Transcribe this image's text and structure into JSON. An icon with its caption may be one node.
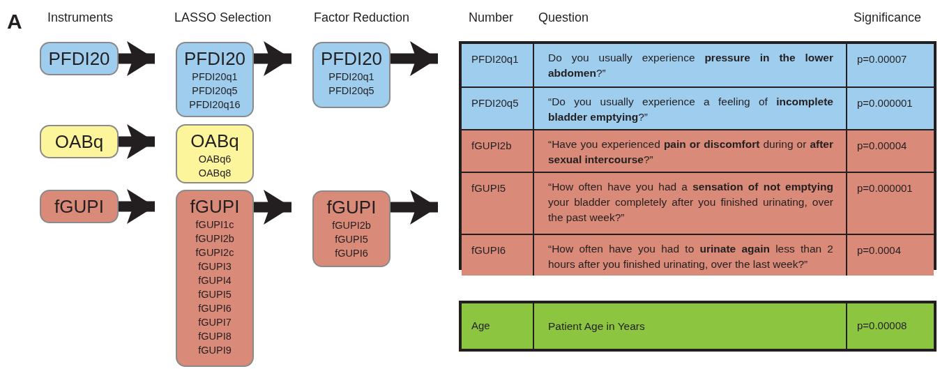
{
  "diagram": {
    "nodes": [
      {
        "text": [
          "PFDI20"
        ]
      },
      {
        "text": [
          "OABq"
        ]
      },
      {
        "text": [
          "fGUPI"
        ]
      },
      {
        "text": [
          "PFDI20",
          "PFDI20q1",
          "PFDI20q5",
          "PFDI20q16"
        ]
      },
      {
        "text": [
          "OABq",
          "OABq6",
          "OABq8"
        ]
      },
      {
        "text": [
          "fGUPI",
          "fGUPI1c",
          "fGUPI2b",
          "fGUPI2c",
          "fGUPI3",
          "fGUPI4",
          "fGUPI5",
          "fGUPI6",
          "fGUPI7",
          "fGUPI8",
          "fGUPI9"
        ]
      },
      {
        "text": [
          "PFDI20",
          "PFDI20q1",
          "PFDI20q5"
        ]
      },
      {
        "text": [
          "fGUPI",
          "fGUPI2b",
          "fGUPI5",
          "fGUPI6"
        ]
      },
      {
        "text": [],
        "shape": "box"
      },
      {
        "text": [
          "PFDI20q1",
          "Do you usually experience **pressure in the lower abdomen**?”",
          "p=0.00007"
        ],
        "in": 8
      },
      {
        "text": [
          "PFDI20q5",
          "“Do you usually experience a feeling of **incomplete bladder emptying**?”",
          "p=0.000001"
        ],
        "in": 8
      },
      {
        "text": [
          "fGUPI2b",
          "“Have you experienced **pain or discomfort** during or **after sexual intercourse**?”",
          "p=0.00004"
        ],
        "in": 8
      },
      {
        "text": [
          "fGUPI5",
          "“How often have you had a **sensation of not emptying** your bladder completely after you finished urinating, over the past week?”",
          "p=0.000001"
        ],
        "in": 8
      },
      {
        "text": [
          "fGUPI6",
          "“How often have you had to **urinate again** less than 2 hours after you finished urinating, over the last week?”",
          "p=0.0004"
        ],
        "in": 8
      },
      {
        "text": [
          "Age",
          "Patient Age in Years",
          "p=0.00008"
        ]
      }
    ],
    "edges": [
      {
        "from": 0,
        "to": 3,
        "arrow": "to"
      },
      {
        "from": 1,
        "to": 4,
        "arrow": "to"
      },
      {
        "from": 2,
        "to": 5,
        "arrow": "to"
      },
      {
        "from": 3,
        "to": 6,
        "arrow": "to"
      },
      {
        "from": 5,
        "to": 7,
        "arrow": "to"
      },
      {
        "from": 6,
        "to": 8,
        "arrow": "to"
      },
      {
        "from": 7,
        "to": 8,
        "arrow": "to"
      }
    ],
    "labels": [
      "A",
      "Instruments",
      "LASSO Selection",
      "Factor Reduction",
      "Number",
      "Question",
      "Significance"
    ]
  }
}
